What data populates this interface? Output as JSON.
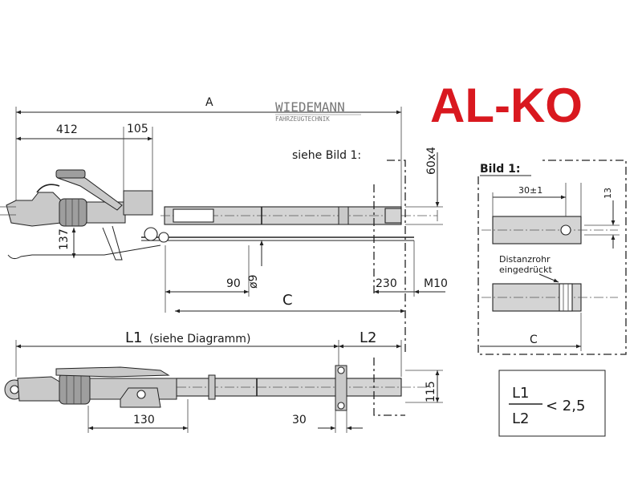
{
  "brand": {
    "logo_text": "AL-KO",
    "color": "#d9181f"
  },
  "watermark": {
    "line1": "WIEDEMANN",
    "line2": "FAHRZEUGTECHNIK"
  },
  "top_view": {
    "dim_A": "A",
    "dim_412": "412",
    "dim_105": "105",
    "dim_137": "137",
    "dim_90": "90",
    "dim_phi9": "ø9",
    "dim_C": "C",
    "dim_230": "230",
    "dim_M10": "M10",
    "dim_60x4": "60x4",
    "ref_label": "siehe Bild 1:"
  },
  "side_view": {
    "dim_L1": "L1",
    "dim_L1_note": "(siehe Diagramm)",
    "dim_L2": "L2",
    "dim_130": "130",
    "dim_30": "30",
    "dim_115": "115"
  },
  "detail": {
    "title": "Bild 1:",
    "dim_30pm1": "30±1",
    "dim_13": "13",
    "note_line1": "Distanzrohr",
    "note_line2": "eingedrückt",
    "dim_C": "C"
  },
  "ratio": {
    "numerator": "L1",
    "denominator": "L2",
    "relation": "< 2,5"
  }
}
